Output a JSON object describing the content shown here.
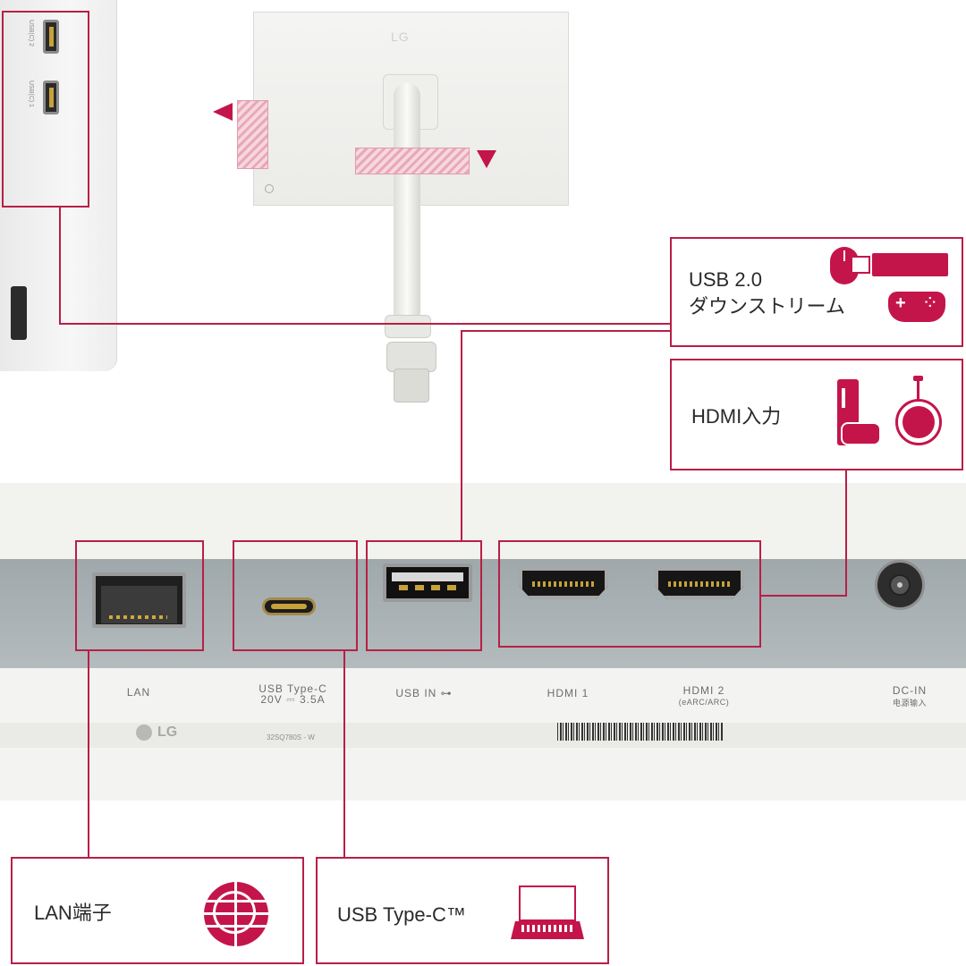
{
  "monitor": {
    "logo": "LG",
    "side_ports": [
      "USB(C) 2",
      "USB(C) 1"
    ]
  },
  "ports": {
    "lan": "LAN",
    "usbc_line1": "USB Type-C",
    "usbc_line2": "20V ⎓ 3.5A",
    "usb_in": "USB IN ⊶",
    "hdmi1": "HDMI 1",
    "hdmi2": "HDMI 2",
    "hdmi2_sub": "(eARC/ARC)",
    "dcin": "DC-IN",
    "dcin_sub": "电源输入"
  },
  "sticker": {
    "logo": "LG",
    "model": "32SQ780S - W"
  },
  "callouts": {
    "usb20_line1": "USB 2.0",
    "usb20_line2": "ダウンストリーム",
    "hdmi_input": "HDMI入力",
    "lan_terminal": "LAN端子",
    "usbc": "USB Type-C™"
  },
  "icons": {
    "usb20": [
      "mouse-icon",
      "usb-stick-icon",
      "gamepad-icon"
    ],
    "hdmi": [
      "game-console-icon",
      "streaming-dongle-icon"
    ],
    "lan": "globe-icon",
    "usbc": "laptop-icon"
  },
  "colors": {
    "accent": "#b81f46",
    "icon": "#c4154a"
  }
}
